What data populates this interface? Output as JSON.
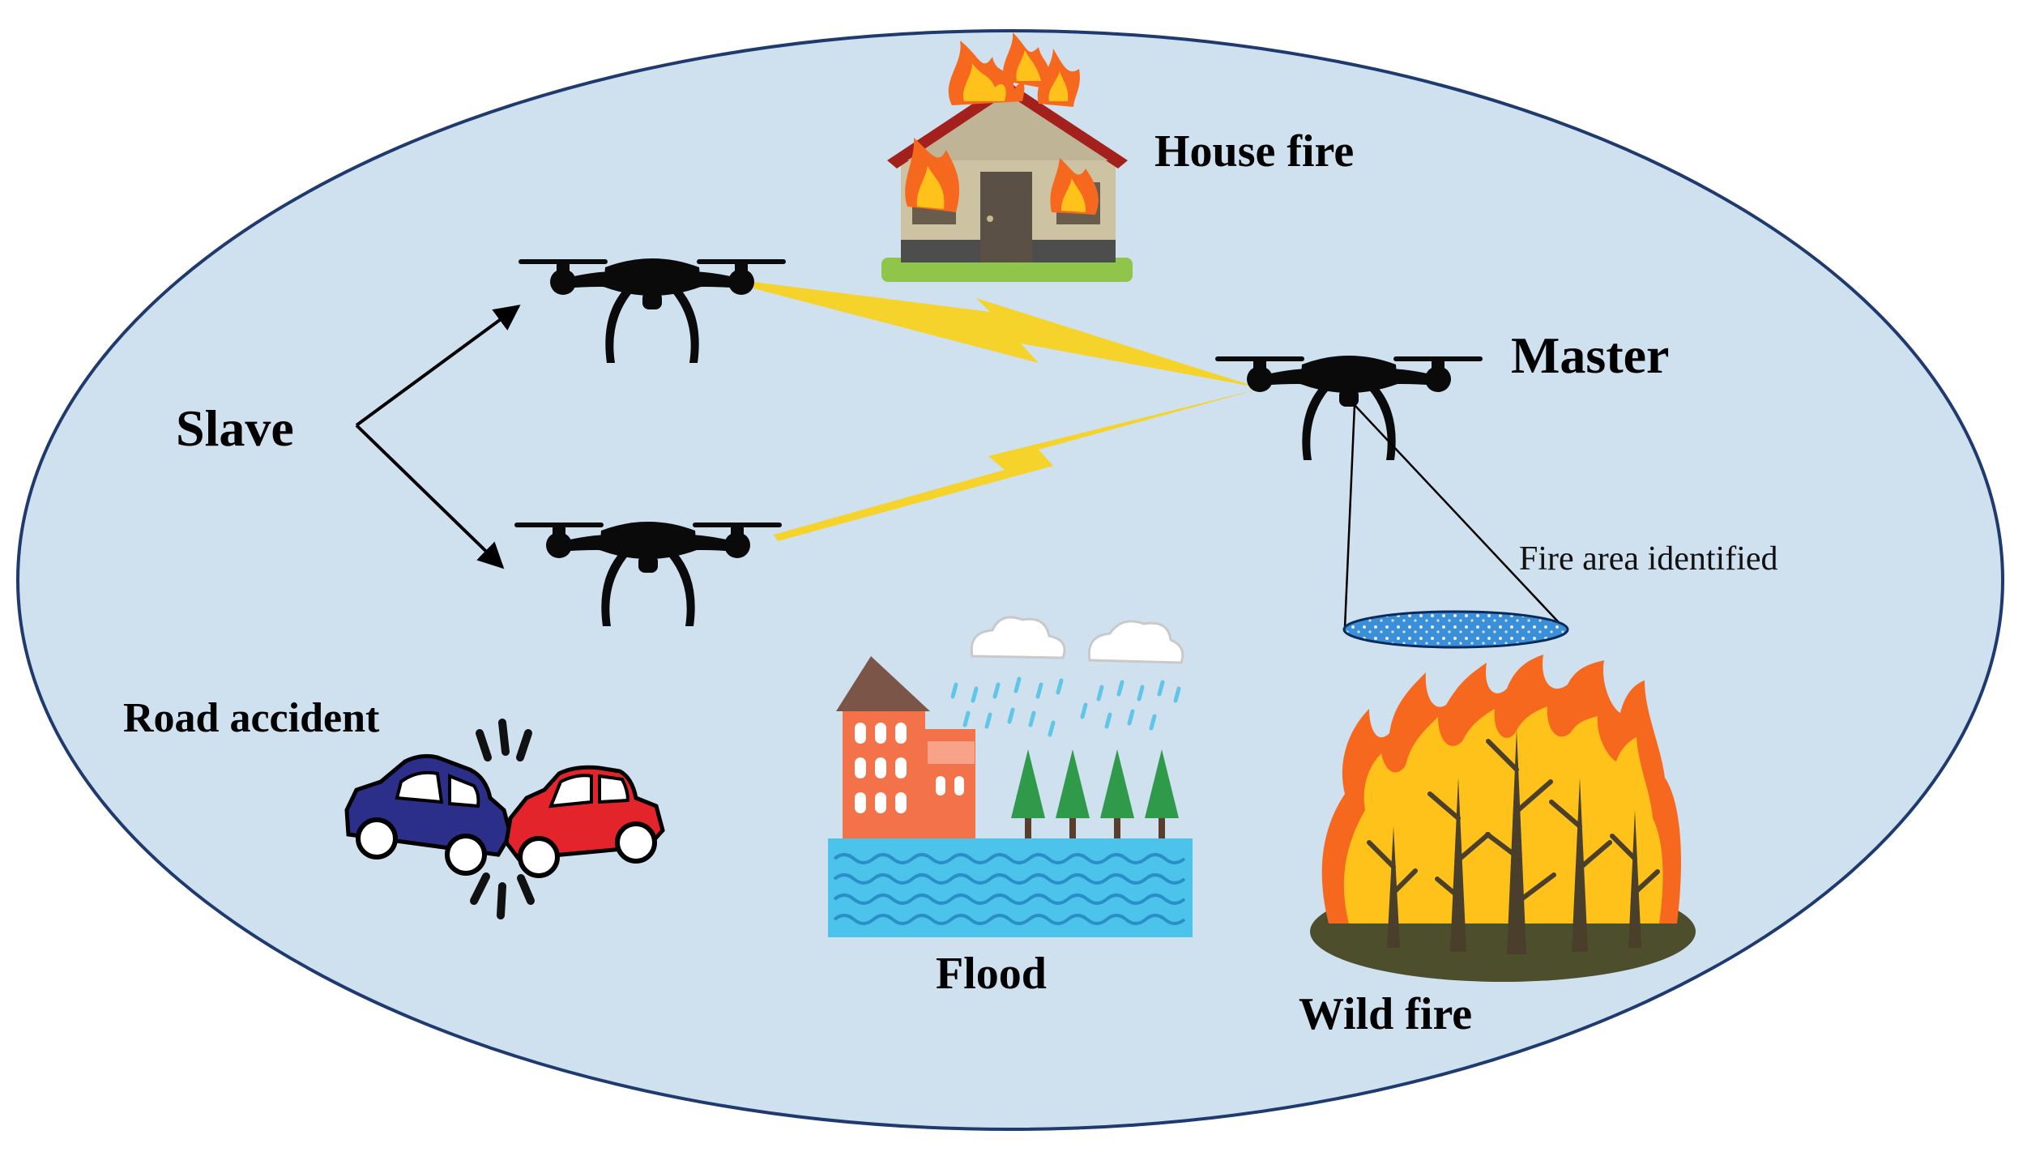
{
  "labels": {
    "house_fire": "House fire",
    "master": "Master",
    "slave": "Slave",
    "fire_area": "Fire area identified",
    "road_accident": "Road accident",
    "flood": "Flood",
    "wild_fire": "Wild fire"
  },
  "icons": {
    "house_fire": "burning-house-icon",
    "drone": "quadcopter-drone-icon",
    "link": "lightning-bolt-icon",
    "accident": "car-crash-icon",
    "flood": "flood-icon",
    "wild_fire": "forest-fire-icon"
  },
  "colors": {
    "background": "#cfe0ef",
    "ellipse_border": "#1e3a6e",
    "drone": "#0a0a0a",
    "link": "#f5d32a",
    "fire_outer": "#f7681f",
    "fire_inner": "#ffc21a",
    "scan_area": "#3a8fd8",
    "water": "#4bc3ea",
    "building": "#f4724a",
    "tree": "#2e9a4a",
    "car_blue": "#2b2f8a",
    "car_red": "#e3242b"
  }
}
